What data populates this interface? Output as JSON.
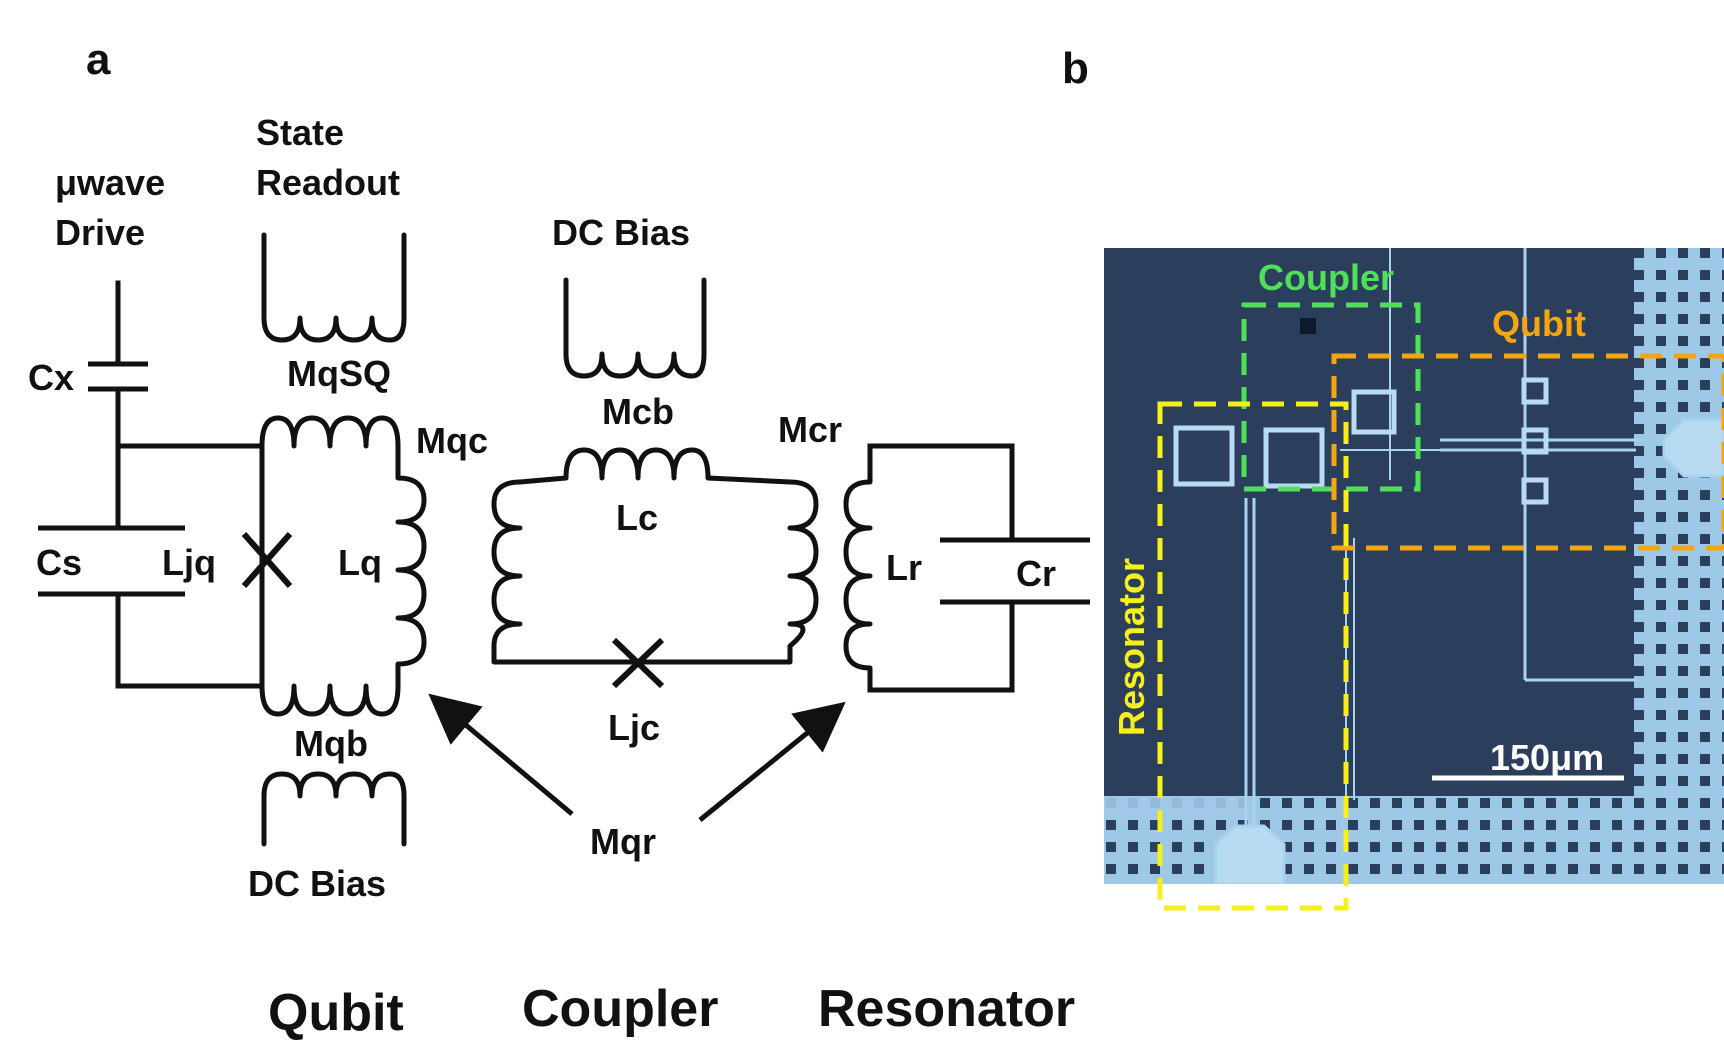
{
  "panels": {
    "a": "a",
    "b": "b"
  },
  "schematic": {
    "uwave_drive": [
      "μwave",
      "Drive"
    ],
    "state_readout": [
      "State",
      "Readout"
    ],
    "dc_bias_top": "DC Bias",
    "dc_bias_bottom": "DC Bias",
    "cx": "Cx",
    "cs": "Cs",
    "ljq": "Ljq",
    "lq": "Lq",
    "mqsq": "MqSQ",
    "mqc": "Mqc",
    "mqb": "Mqb",
    "mcb": "Mcb",
    "lc": "Lc",
    "ljc": "Ljc",
    "mcr": "Mcr",
    "lr": "Lr",
    "cr": "Cr",
    "mqr": "Mqr"
  },
  "sections": {
    "qubit": "Qubit",
    "coupler": "Coupler",
    "resonator": "Resonator"
  },
  "micrograph": {
    "coupler_label": "Coupler",
    "qubit_label": "Qubit",
    "resonator_label": "Resonator",
    "scale_label": "150μm",
    "colors": {
      "coupler": "#4fe05a",
      "qubit": "#f5a60f",
      "resonator": "#f6ef1a",
      "chip": "#2b3f5c",
      "metal": "#9ec9e6"
    }
  }
}
